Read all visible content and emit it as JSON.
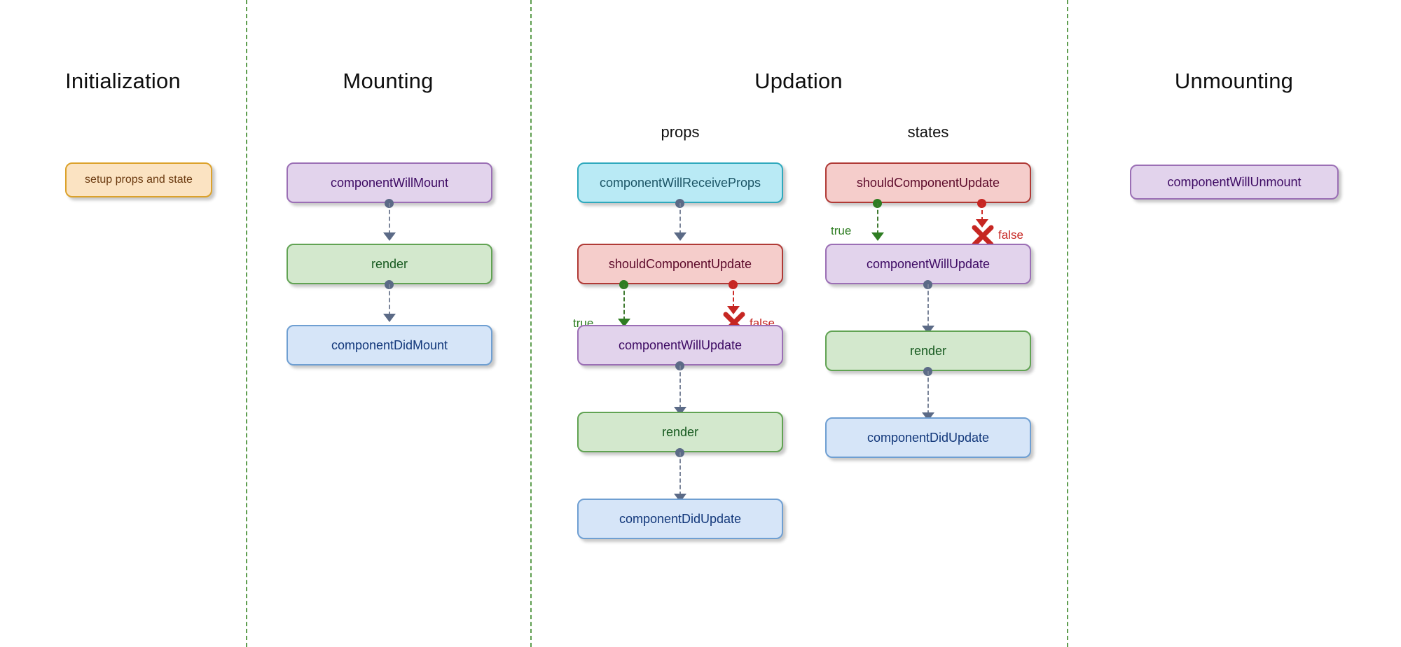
{
  "diagram": {
    "title_sections": [
      "Initialization",
      "Mounting",
      "Updation",
      "Unmounting"
    ],
    "accent_divider_color": "#5f9e50"
  },
  "sections": {
    "initialization": {
      "title": "Initialization",
      "nodes": [
        {
          "label": "setup props and state",
          "style": "orange"
        }
      ]
    },
    "mounting": {
      "title": "Mounting",
      "nodes": [
        {
          "label": "componentWillMount",
          "style": "purple"
        },
        {
          "label": "render",
          "style": "green"
        },
        {
          "label": "componentDidMount",
          "style": "blue"
        }
      ]
    },
    "updation": {
      "title": "Updation",
      "props": {
        "subtitle": "props",
        "nodes": [
          {
            "label": "componentWillReceiveProps",
            "style": "cyan"
          },
          {
            "label": "shouldComponentUpdate",
            "style": "red"
          },
          {
            "label": "componentWillUpdate",
            "style": "purple"
          },
          {
            "label": "render",
            "style": "green"
          },
          {
            "label": "componentDidUpdate",
            "style": "blue"
          }
        ],
        "branch_true_label": "true",
        "branch_false_label": "false"
      },
      "states": {
        "subtitle": "states",
        "nodes": [
          {
            "label": "shouldComponentUpdate",
            "style": "red"
          },
          {
            "label": "componentWillUpdate",
            "style": "purple"
          },
          {
            "label": "render",
            "style": "green"
          },
          {
            "label": "componentDidUpdate",
            "style": "blue"
          }
        ],
        "branch_true_label": "true",
        "branch_false_label": "false"
      }
    },
    "unmounting": {
      "title": "Unmounting",
      "nodes": [
        {
          "label": "componentWillUnmount",
          "style": "purple"
        }
      ]
    }
  },
  "colors": {
    "purple_fill": "#e2d3ec",
    "purple_border": "#9b6fb5",
    "green_fill": "#d3e8cd",
    "green_border": "#61a353",
    "blue_fill": "#d6e5f8",
    "blue_border": "#6f9fd2",
    "cyan_fill": "#b9eaf5",
    "cyan_border": "#2fa9bd",
    "red_fill": "#f5cdcb",
    "red_border": "#b03a36",
    "orange_fill": "#fbe3c2",
    "orange_border": "#dca22b",
    "true_branch": "#2e7d22",
    "false_branch": "#c62622",
    "connector": "#5b6a86"
  }
}
